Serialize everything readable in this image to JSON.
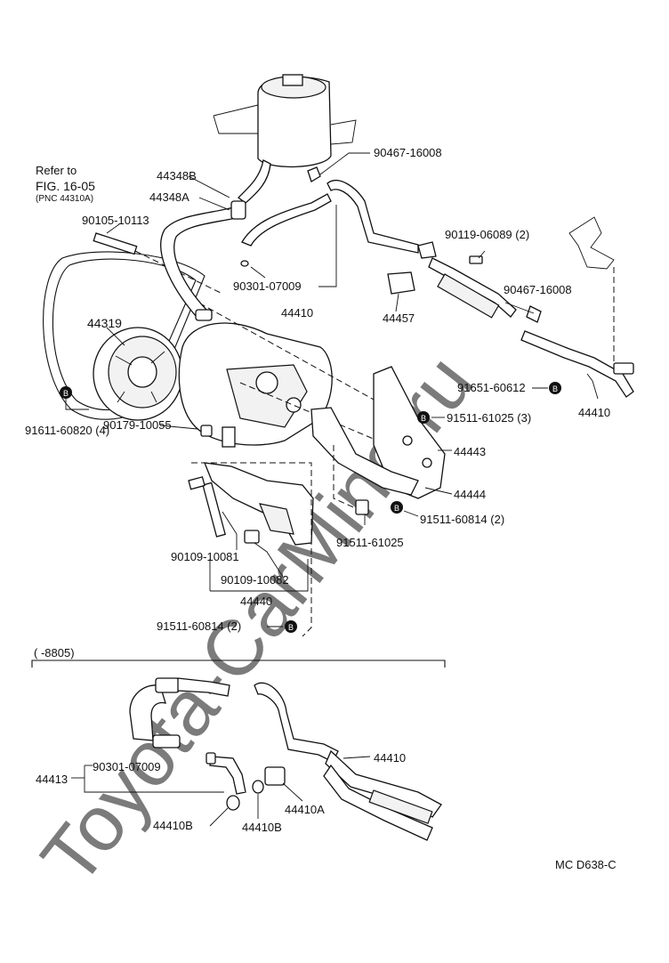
{
  "watermark": "Toyota-CarMine.ru",
  "refer_note": {
    "line1": "Refer to",
    "line2": "FIG. 16-05",
    "line3": "(PNC 44310A)"
  },
  "bolt_mark_glyph": "B",
  "labels": {
    "p44348B": "44348B",
    "p44348A": "44348A",
    "p90105_10113": "90105-10113",
    "p44319": "44319",
    "p91611_60820": "91611-60820 (4)",
    "p90179_10055": "90179-10055",
    "p90467_16008_top": "90467-16008",
    "p90301_07009_top": "90301-07009",
    "p44410_mid": "44410",
    "p44457": "44457",
    "p90119_06089": "90119-06089 (2)",
    "p90467_16008_right": "90467-16008",
    "p91651_60612": "91651-60612",
    "p44410_right": "44410",
    "p91511_61025_3": "91511-61025 (3)",
    "p44443": "44443",
    "p44444": "44444",
    "p91511_60814_2a": "91511-60814 (2)",
    "p91511_61025": "91511-61025",
    "p90109_10081": "90109-10081",
    "p90109_10082": "90109-10082",
    "p44440": "44440",
    "p91511_60814_2b": "91511-60814 (2)",
    "inset_range": "(        -8805)",
    "p44410_inset": "44410",
    "p44413": "44413",
    "p90301_07009_inset": "90301-07009",
    "p44410B_a": "44410B",
    "p44410B_b": "44410B",
    "p44410A": "44410A",
    "code": "MC  D638-C"
  }
}
